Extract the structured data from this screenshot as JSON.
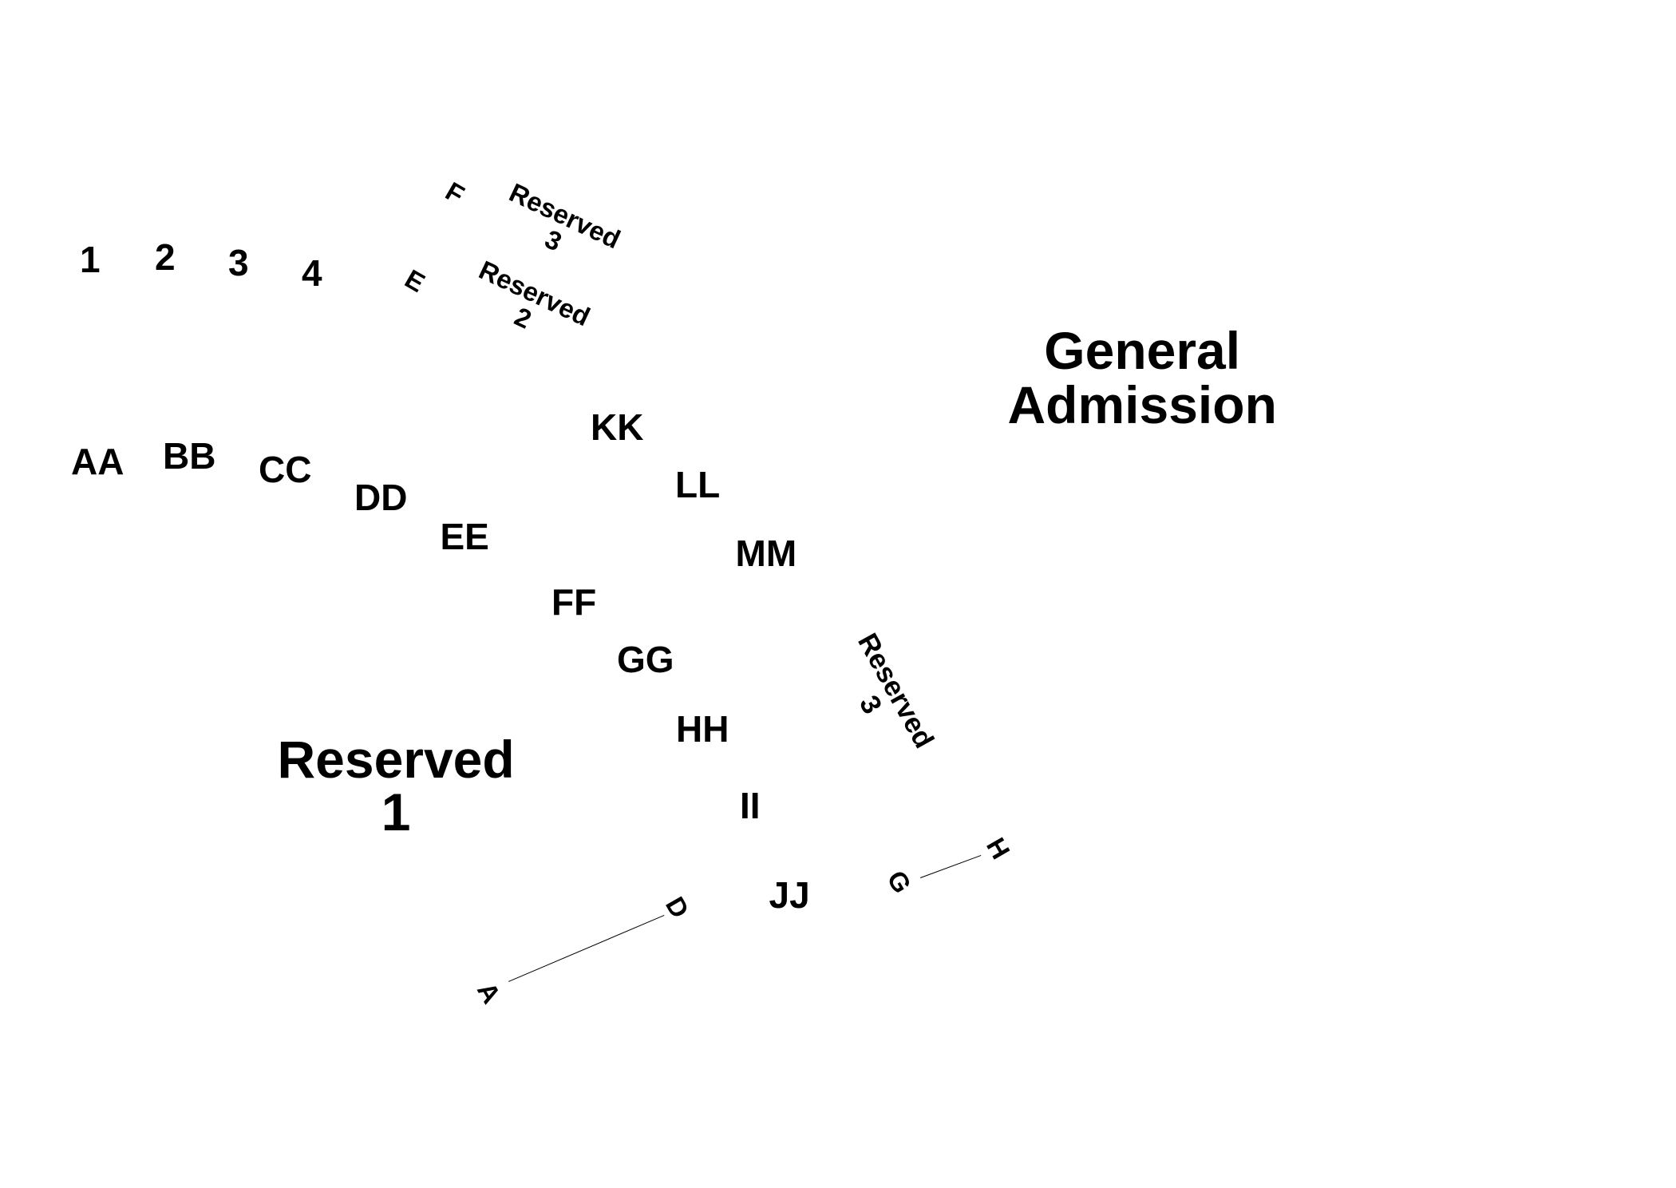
{
  "chart": {
    "text_color": "#000000",
    "background": "#ffffff",
    "section_numbers": [
      "1",
      "2",
      "3",
      "4"
    ],
    "upper_letters": {
      "f": "F",
      "e": "E"
    },
    "reserved_3_upper": [
      "Reserved",
      "3"
    ],
    "reserved_2": [
      "Reserved",
      "2"
    ],
    "general_admission": [
      "General",
      "Admission"
    ],
    "rows": [
      "AA",
      "BB",
      "CC",
      "DD",
      "EE",
      "FF",
      "GG",
      "HH",
      "II",
      "JJ",
      "KK",
      "LL",
      "MM"
    ],
    "reserved_3_side": [
      "Reserved",
      "3"
    ],
    "reserved_1": [
      "Reserved",
      "1"
    ],
    "lower_letters": {
      "a": "A",
      "d": "D",
      "g": "G",
      "h": "H"
    }
  }
}
